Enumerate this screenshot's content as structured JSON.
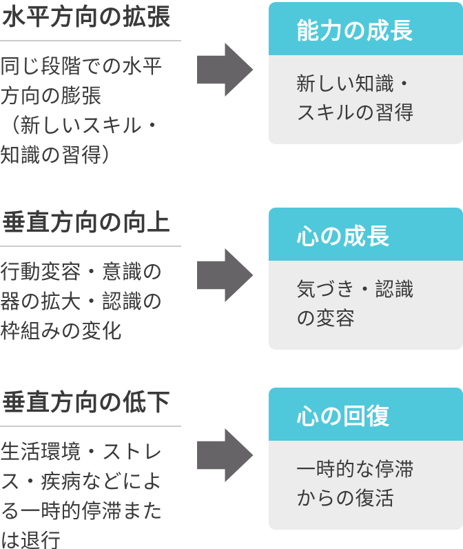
{
  "colors": {
    "accent_teal": "#4fc8db",
    "card_body_bg": "#ececec",
    "arrow_gray": "#666466",
    "text_dark": "#3a3a3a",
    "underline_gray": "#cbcbcb"
  },
  "rows": [
    {
      "heading": "水平方向の拡張",
      "description": "同じ段階での水平\n方向の膨張\n（新しいスキル・\n知識の習得）",
      "card": {
        "title": "能力の成長",
        "body": "新しい知識・\nスキルの習得"
      }
    },
    {
      "heading": "垂直方向の向上",
      "description": "行動変容・意識の\n器の拡大・認識の\n枠組みの変化",
      "card": {
        "title": "心の成長",
        "body": "気づき・認識\nの変容"
      }
    },
    {
      "heading": "垂直方向の低下",
      "description": "生活環境・ストレ\nス・疾病などによ\nる一時的停滞また\nは退行",
      "card": {
        "title": "心の回復",
        "body": "一時的な停滞\nからの復活"
      }
    }
  ]
}
